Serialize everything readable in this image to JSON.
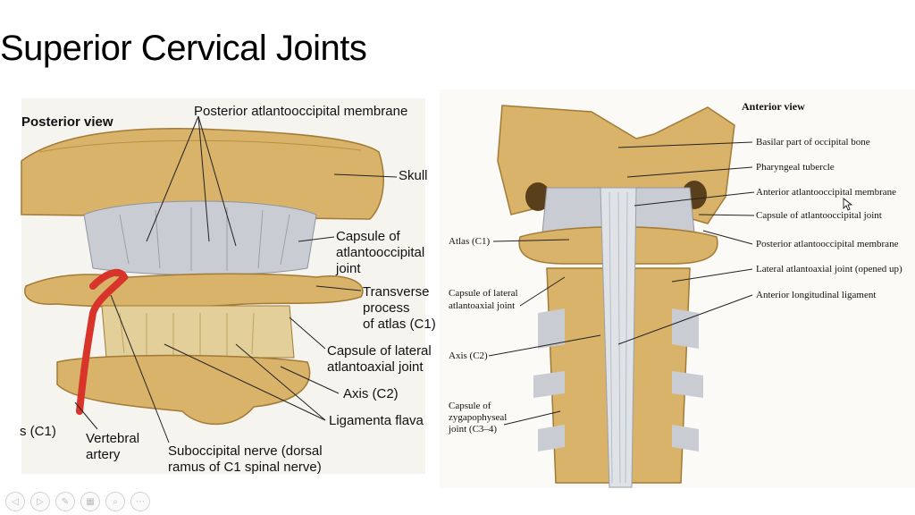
{
  "slide": {
    "title": "Superior Cervical Joints"
  },
  "left_figure": {
    "view_title": "Posterior view",
    "labels": {
      "post_membrane": "Posterior atlantooccipital membrane",
      "skull": "Skull",
      "capsule_ao_1": "Capsule of",
      "capsule_ao_2": "atlantooccipital",
      "capsule_ao_3": "joint",
      "transverse_1": "Transverse",
      "transverse_2": "process",
      "transverse_3": "of atlas (C1)",
      "capsule_lat_1": "Capsule of lateral",
      "capsule_lat_2": "atlantoaxial joint",
      "axis": "Axis (C2)",
      "ligamenta": "Ligamenta flava",
      "c1": "s (C1)",
      "vertebral_1": "Vertebral",
      "vertebral_2": "artery",
      "subocc_1": "Suboccipital nerve (dorsal",
      "subocc_2": "ramus of C1 spinal nerve)"
    }
  },
  "right_figure": {
    "view_title": "Anterior view",
    "labels": {
      "basilar": "Basilar part of occipital bone",
      "pharyngeal": "Pharyngeal tubercle",
      "ant_membrane": "Anterior atlantooccipital membrane",
      "capsule_ao": "Capsule of atlantooccipital joint",
      "post_membrane": "Posterior atlantooccipital membrane",
      "lateral_aa": "Lateral atlantoaxial joint (opened up)",
      "ant_long": "Anterior longitudinal ligament",
      "atlas": "Atlas (C1)",
      "capsule_lat_1": "Capsule of lateral",
      "capsule_lat_2": "atlantoaxial joint",
      "axis": "Axis (C2)",
      "zyg_1": "Capsule of",
      "zyg_2": "zygapophyseal",
      "zyg_3": "joint (C3–4)"
    }
  },
  "controls": {
    "icons": [
      "previous-icon",
      "next-icon",
      "pen-icon",
      "slides-icon",
      "zoom-icon",
      "more-icon"
    ],
    "glyphs": [
      "◁",
      "▷",
      "✎",
      "▦",
      "⌕",
      "⋯"
    ]
  },
  "colors": {
    "bone": "#d9b36a",
    "bone_dark": "#a27a35",
    "ligament": "#c9ccd2",
    "artery": "#d8342a"
  }
}
